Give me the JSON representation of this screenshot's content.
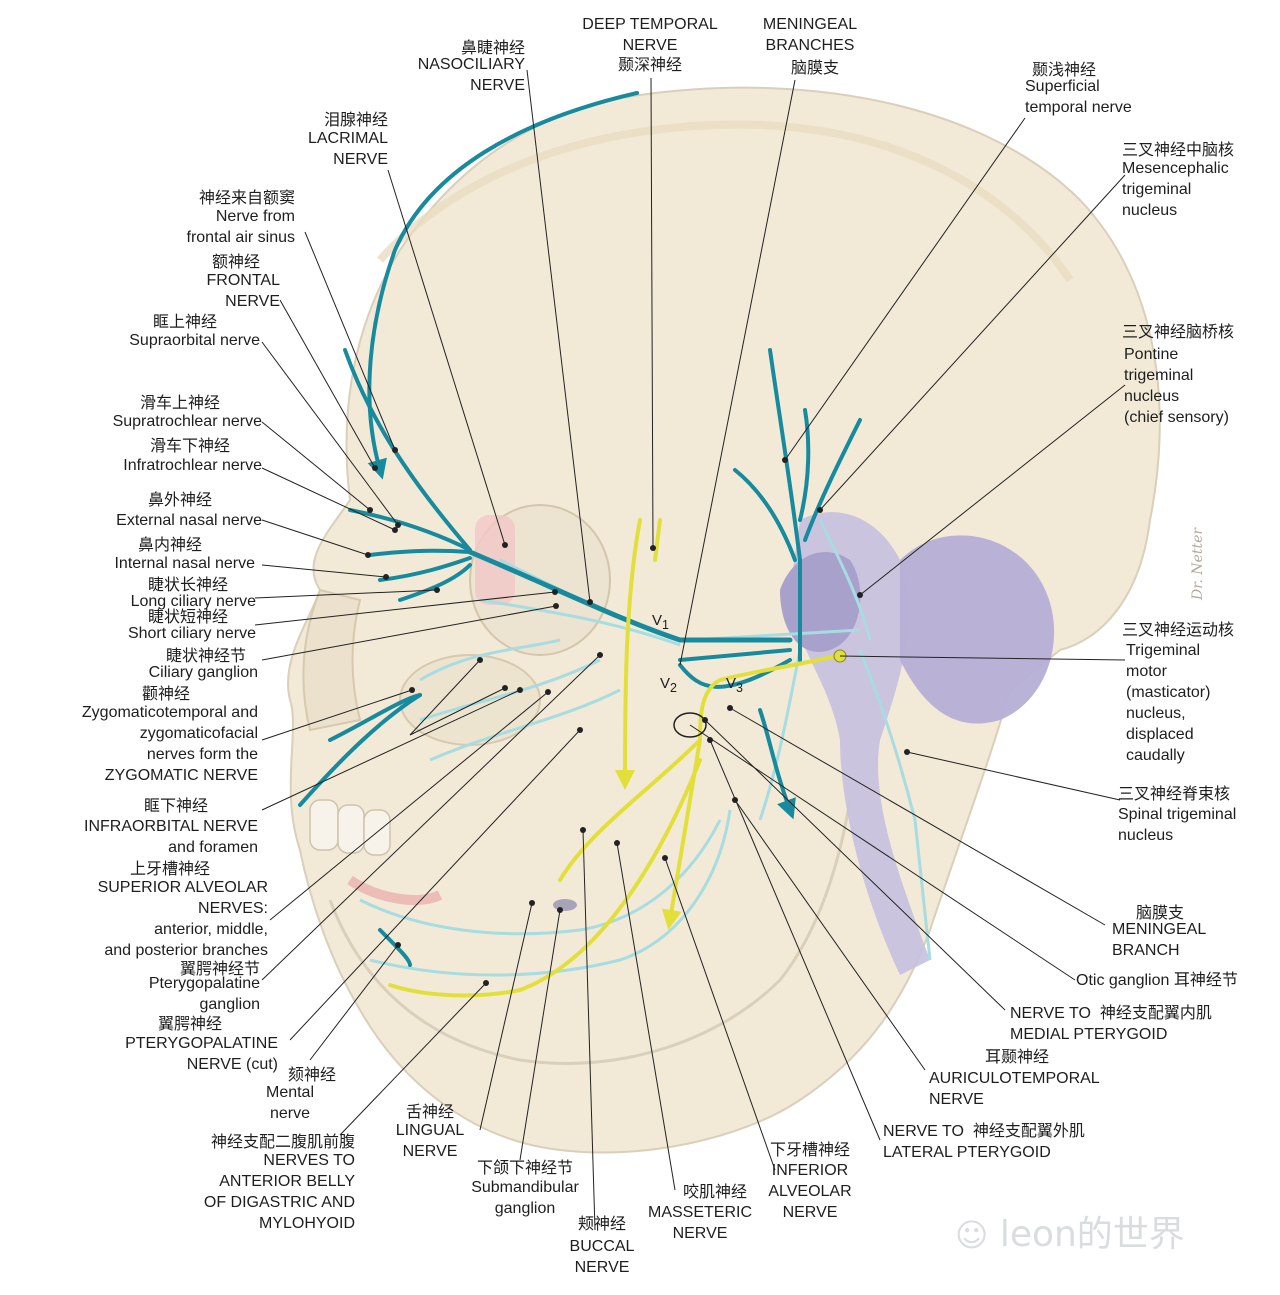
{
  "colors": {
    "background": "#ffffff",
    "skull": "#f2ead7",
    "skull_outline": "#d9cfba",
    "nerve_blue": "#178a9e",
    "nerve_light": "#a7dce0",
    "motor_yellow": "#e3df3a",
    "brainstem": "#b9b3d6",
    "leader": "#222222"
  },
  "labels": {
    "nasociliary_cn": "鼻睫神经",
    "nasociliary": "NASOCILIARY\nNERVE",
    "deep_temporal": "DEEP TEMPORAL\nNERVE",
    "deep_temporal_cn": "颞深神经",
    "meningeal_top": "MENINGEAL\nBRANCHES",
    "meningeal_top_cn": "脑膜支",
    "sup_temporal_cn": "颞浅神经",
    "sup_temporal": "Superficial\ntemporal nerve",
    "lacrimal_cn": "泪腺神经",
    "lacrimal": "LACRIMAL\nNERVE",
    "mesencephalic_cn": "三叉神经中脑核",
    "mesencephalic": "Mesencephalic\ntrigeminal\nnucleus",
    "frontal_sinus_cn": "神经来自额窦",
    "frontal_sinus": "Nerve from\nfrontal air sinus",
    "frontal_cn": "额神经",
    "frontal": "FRONTAL\nNERVE",
    "supraorbital_cn": "眶上神经",
    "supraorbital": "Supraorbital nerve",
    "pontine_cn": "三叉神经脑桥核",
    "pontine": "Pontine\ntrigeminal\nnucleus\n(chief sensory)",
    "supratrochlear_cn": "滑车上神经",
    "supratrochlear": "Supratrochlear nerve",
    "infratrochlear_cn": "滑车下神经",
    "infratrochlear": "Infratrochlear nerve",
    "ext_nasal_cn": "鼻外神经",
    "ext_nasal": "External nasal nerve",
    "int_nasal_cn": "鼻内神经",
    "int_nasal": "Internal nasal nerve",
    "long_ciliary_cn": "睫状长神经",
    "long_ciliary": "Long ciliary nerve",
    "short_ciliary_cn": "睫状短神经",
    "short_ciliary": "Short ciliary nerve",
    "ciliary_ganglion_cn": "睫状神经节",
    "ciliary_ganglion": "Ciliary ganglion",
    "motor_cn": "三叉神经运动核",
    "motor": "Trigeminal\nmotor\n(masticator)\nnucleus,\ndisplaced\ncaudally",
    "zygomatic_cn": "颧神经",
    "zygomatic": "Zygomaticotemporal and\nzygomaticofacial\nnerves form the\nZYGOMATIC NERVE",
    "spinal_cn": "三叉神经脊束核",
    "spinal": "Spinal trigeminal\nnucleus",
    "infraorbital_cn": "眶下神经",
    "infraorbital": "INFRAORBITAL NERVE\nand foramen",
    "sup_alveolar_cn": "上牙槽神经",
    "sup_alveolar": "SUPERIOR ALVEOLAR\nNERVES:\nanterior, middle,\nand posterior branches",
    "pterygopalatine_g_cn": "翼腭神经节",
    "pterygopalatine_g": "Pterygopalatine\nganglion",
    "meningeal_branch_cn": "脑膜支",
    "meningeal_branch": "MENINGEAL\nBRANCH",
    "otic": "Otic ganglion 耳神经节",
    "pterygopalatine_n_cn": "翼腭神经",
    "pterygopalatine_n": "PTERYGOPALATINE\nNERVE (cut)",
    "medial_pterygoid": "NERVE TO  神经支配翼内肌\nMEDIAL PTERYGOID",
    "mental_cn": "颏神经",
    "mental": "Mental\nnerve",
    "auriculotemporal_cn": "耳颞神经",
    "auriculotemporal": "AURICULOTEMPORAL\nNERVE",
    "digastric_cn": "神经支配二腹肌前腹",
    "digastric": "NERVES TO\nANTERIOR BELLY\nOF DIGASTRIC AND\nMYLOHYOID",
    "lingual_cn": "舌神经",
    "lingual": "LINGUAL\nNERVE",
    "lateral_pterygoid": "NERVE TO  神经支配翼外肌\nLATERAL PTERYGOID",
    "submandibular_cn": "下颌下神经节",
    "submandibular": "Submandibular\nganglion",
    "masseteric_cn": "咬肌神经",
    "masseteric": "MASSETERIC\nNERVE",
    "inf_alveolar_cn": "下牙槽神经",
    "inf_alveolar": "INFERIOR\nALVEOLAR\nNERVE",
    "buccal_cn": "颊神经",
    "buccal": "BUCCAL\nNERVE"
  },
  "divisions": {
    "v1": "V",
    "v1_sub": "1",
    "v2": "V",
    "v2_sub": "2",
    "v3": "V",
    "v3_sub": "3"
  },
  "watermark": "leon的世界",
  "signature": "Dr. Netter"
}
